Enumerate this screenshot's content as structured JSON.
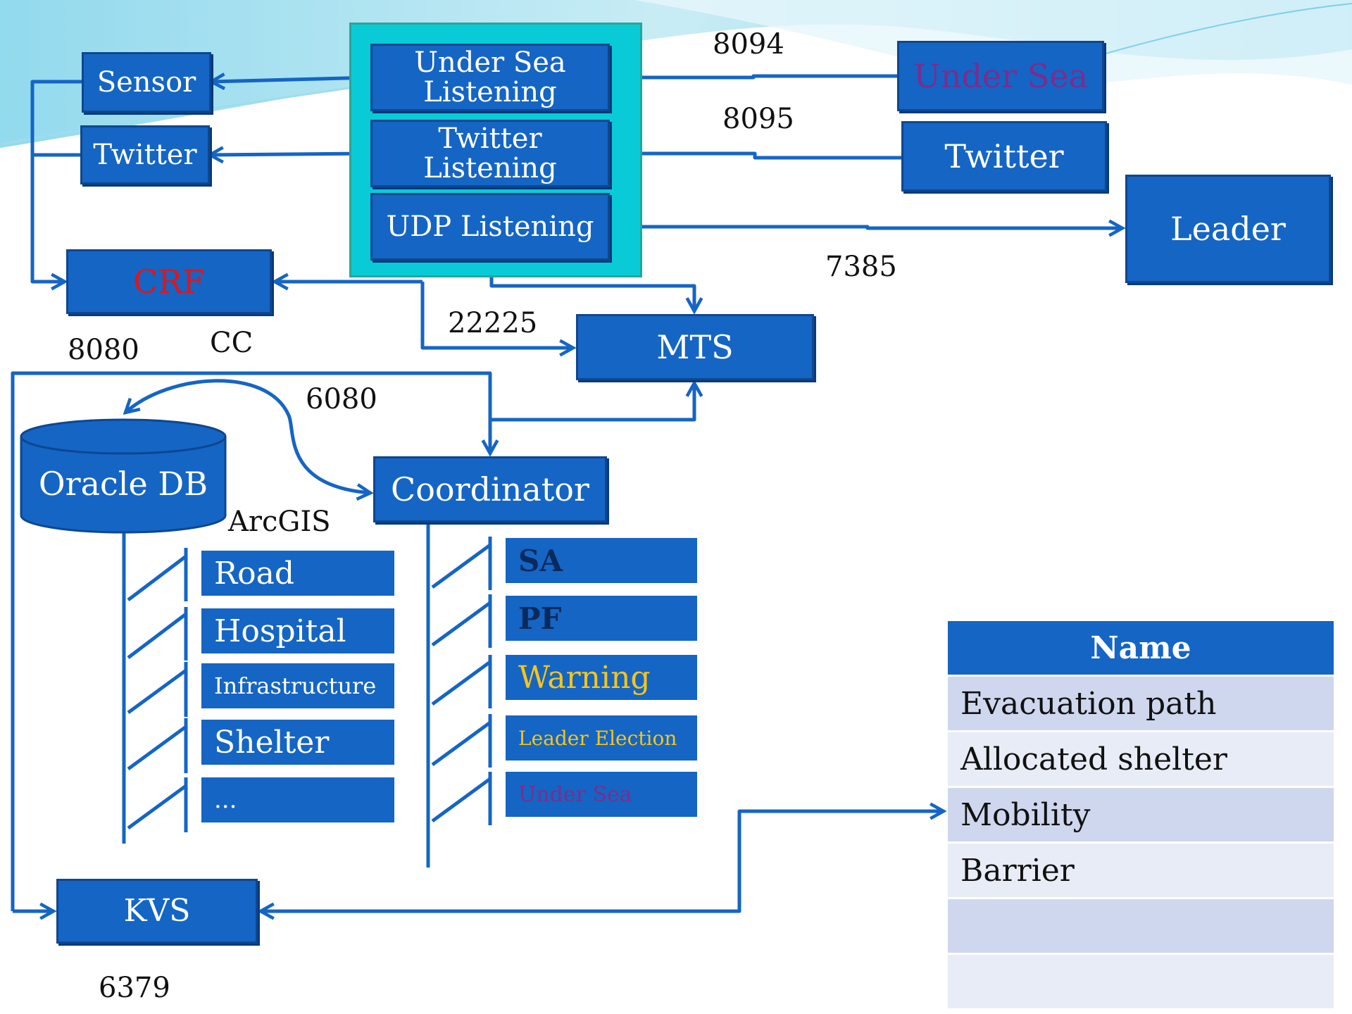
{
  "colors": {
    "box_fill": "#1565c4",
    "arrow": "#1565c4",
    "panel": "#09cbd8",
    "crf_text": "#e0151b",
    "under_sea_text": "#7b2d8e",
    "warning_text": "#f5c518",
    "dark_label_text": "#0b2a5c",
    "table_header": "#1565c4",
    "table_row_odd": "#ced7ed",
    "table_row_even": "#e8ecf6"
  },
  "nodes": {
    "sensor": "Sensor",
    "twitter_left": "Twitter",
    "crf": "CRF",
    "under_sea_listening_1": "Under Sea",
    "under_sea_listening_2": "Listening",
    "twitter_listening_1": "Twitter",
    "twitter_listening_2": "Listening",
    "udp_listening": "UDP Listening",
    "under_sea_right": "Under Sea",
    "twitter_right": "Twitter",
    "leader": "Leader",
    "mts": "MTS",
    "oracle_db": "Oracle DB",
    "coordinator": "Coordinator",
    "kvs": "KVS"
  },
  "ports": {
    "p8094": "8094",
    "p8095": "8095",
    "p7385": "7385",
    "p22225": "22225",
    "p8080": "8080",
    "cc": "CC",
    "p6080": "6080",
    "p6379": "6379",
    "arcgis": "ArcGIS"
  },
  "arcgis_layers": [
    "Road",
    "Hospital",
    "Infrastructure",
    "Shelter",
    "..."
  ],
  "coordinator_modules": [
    "SA",
    "PF",
    "Warning",
    "Leader Election",
    "Under Sea"
  ],
  "name_table": {
    "header": "Name",
    "rows": [
      "Evacuation path",
      "Allocated shelter",
      "Mobility",
      "Barrier",
      "",
      ""
    ]
  }
}
